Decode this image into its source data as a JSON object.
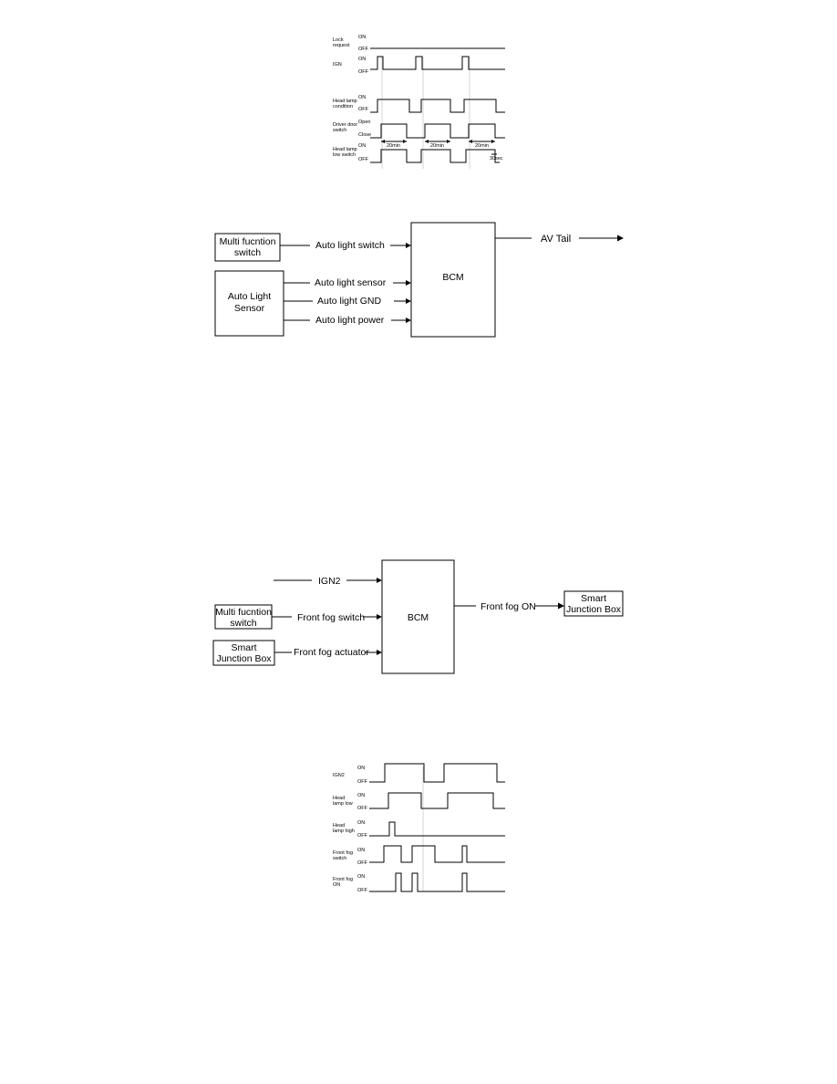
{
  "timing1": {
    "rows": [
      {
        "label": [
          "Lock",
          "request"
        ],
        "high": "ON",
        "low": "OFF"
      },
      {
        "label": [
          "IGN"
        ],
        "high": "ON",
        "low": "OFF"
      },
      {
        "label": [
          "Head lamp",
          "condition"
        ],
        "high": "ON",
        "low": "OFF"
      },
      {
        "label": [
          "Driver door",
          "switch"
        ],
        "high": "Open",
        "low": "Close"
      },
      {
        "label": [
          "Head lamp",
          "low switch"
        ],
        "high": "ON",
        "low": "OFF"
      }
    ],
    "durations": [
      "20min",
      "20min",
      "20min"
    ],
    "short_duration": "30sec"
  },
  "diagram1": {
    "center": "BCM",
    "left_boxes": [
      [
        "Multi fucntion",
        "switch"
      ],
      [
        "Auto Light",
        "Sensor"
      ]
    ],
    "inputs": [
      "Auto light switch",
      "Auto light sensor",
      "Auto light GND",
      "Auto light power"
    ],
    "output": "AV Tail"
  },
  "diagram2": {
    "center": "BCM",
    "left_boxes": [
      [
        "Multi fucntion",
        "switch"
      ],
      [
        "Smart",
        "Junction Box"
      ]
    ],
    "inputs": [
      "IGN2",
      "Front fog switch",
      "Front fog actuator"
    ],
    "output": "Front fog ON",
    "right_box": [
      "Smart",
      "Junction Box"
    ]
  },
  "timing2": {
    "rows": [
      {
        "label": [
          "IGN2"
        ],
        "high": "ON",
        "low": "OFF"
      },
      {
        "label": [
          "Head",
          "lamp low"
        ],
        "high": "ON",
        "low": "OFF"
      },
      {
        "label": [
          "Head",
          "lamp high"
        ],
        "high": "ON",
        "low": "OFF"
      },
      {
        "label": [
          "Front fog",
          "switch"
        ],
        "high": "ON",
        "low": "OFF"
      },
      {
        "label": [
          "Front fog",
          "ON"
        ],
        "high": "ON",
        "low": "OFF"
      }
    ]
  }
}
